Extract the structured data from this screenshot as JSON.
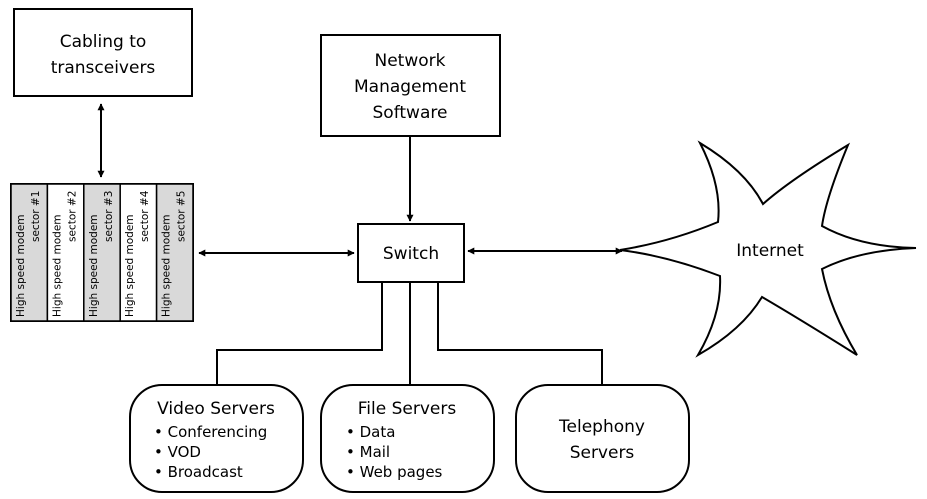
{
  "cabling_box": {
    "line1": "Cabling to",
    "line2": "transceivers"
  },
  "nms_box": {
    "line1": "Network",
    "line2": "Management",
    "line3": "Software"
  },
  "switch_box": {
    "label": "Switch"
  },
  "internet_cloud": {
    "label": "Internet"
  },
  "modem_rack": {
    "modems": [
      {
        "line1": "High speed modem",
        "line2": "sector #1",
        "shaded": true
      },
      {
        "line1": "High speed modem",
        "line2": "sector #2",
        "shaded": false
      },
      {
        "line1": "High speed modem",
        "line2": "sector #3",
        "shaded": true
      },
      {
        "line1": "High speed modem",
        "line2": "sector #4",
        "shaded": false
      },
      {
        "line1": "High speed modem",
        "line2": "sector #5",
        "shaded": true
      }
    ]
  },
  "video_servers": {
    "title": "Video Servers",
    "items": [
      "Conferencing",
      "VOD",
      "Broadcast"
    ]
  },
  "file_servers": {
    "title": "File Servers",
    "items": [
      "Data",
      "Mail",
      "Web pages"
    ]
  },
  "telephony_servers": {
    "line1": "Telephony",
    "line2": "Servers"
  },
  "colors": {
    "stroke": "#000000",
    "shade": "#d9d9d9",
    "background": "#ffffff"
  }
}
